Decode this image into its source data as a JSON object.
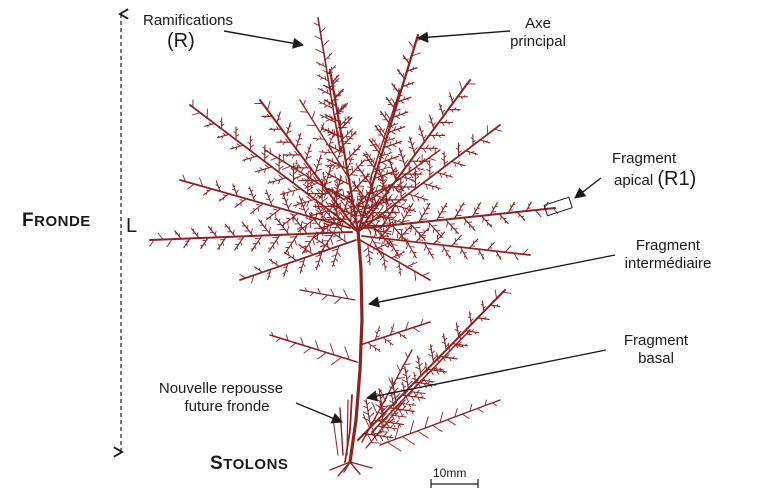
{
  "labels": {
    "ramifications": {
      "line1": "Ramifications",
      "line2": "(R)"
    },
    "axe_principal": {
      "line1": "Axe",
      "line2": "principal"
    },
    "fragment_apical": {
      "line1": "Fragment",
      "line2": "apical",
      "code": "(R1)"
    },
    "fragment_intermediaire": {
      "line1": "Fragment",
      "line2": "intermédiaire"
    },
    "fragment_basal": {
      "line1": "Fragment",
      "line2": "basal"
    },
    "nouvelle_repousse": {
      "line1": "Nouvelle repousse",
      "line2": "future fronde"
    },
    "fronde": {
      "first": "F",
      "rest": "RONDE"
    },
    "stolons": {
      "first": "S",
      "rest": "TOLONS"
    },
    "length_symbol": "L",
    "scale_bar": "10mm"
  },
  "colors": {
    "alga": "#8b2323",
    "ink": "#1a1a1a",
    "background": "#ffffff"
  }
}
